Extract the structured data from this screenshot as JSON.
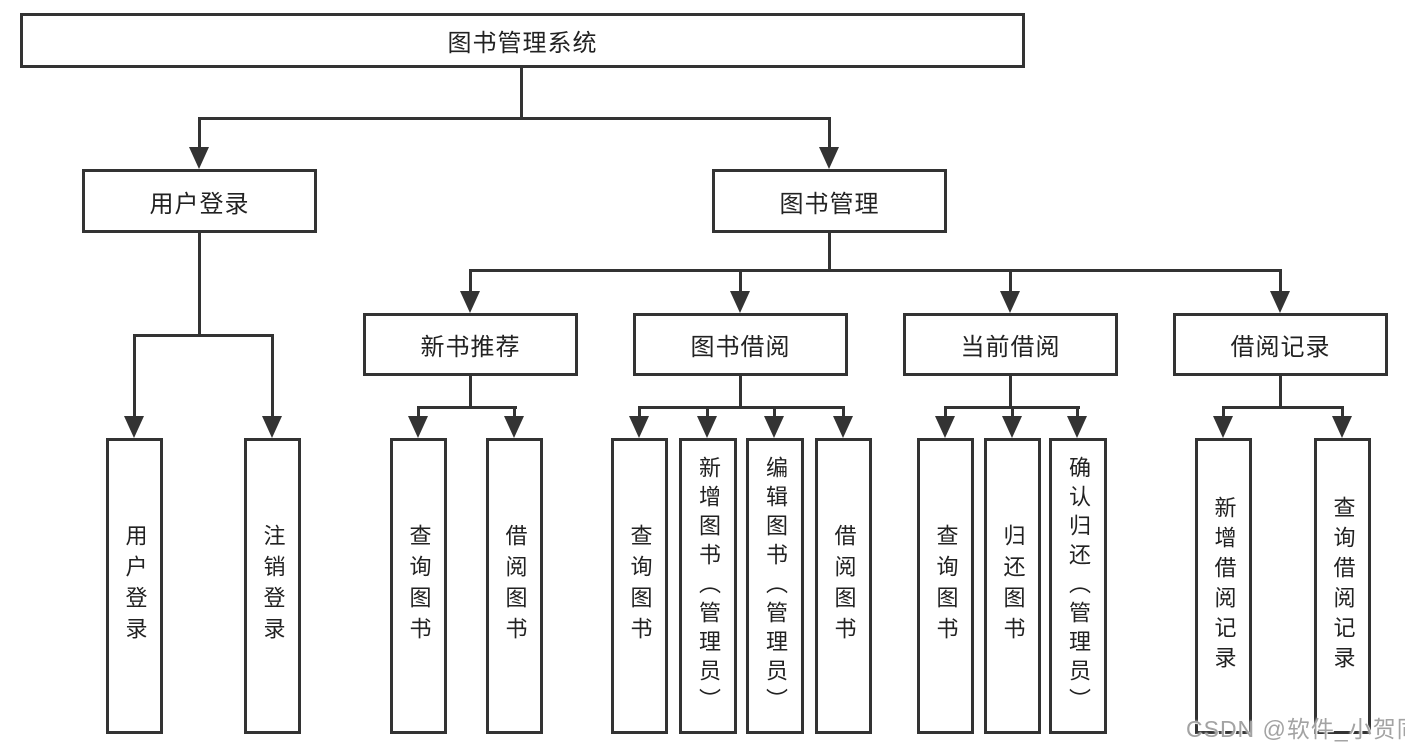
{
  "diagram": {
    "type": "hierarchy-tree",
    "root": {
      "label": "图书管理系统"
    },
    "level2": [
      {
        "id": "user-login",
        "label": "用户登录",
        "parent": "图书管理系统"
      },
      {
        "id": "book-management",
        "label": "图书管理",
        "parent": "图书管理系统"
      }
    ],
    "level3": [
      {
        "id": "new-book-recommend",
        "label": "新书推荐",
        "parent": "图书管理"
      },
      {
        "id": "book-borrow",
        "label": "图书借阅",
        "parent": "图书管理"
      },
      {
        "id": "current-borrow",
        "label": "当前借阅",
        "parent": "图书管理"
      },
      {
        "id": "borrow-records",
        "label": "借阅记录",
        "parent": "图书管理"
      }
    ],
    "leaves": [
      {
        "id": "leaf-user-login",
        "label": "用户登录",
        "parent": "用户登录"
      },
      {
        "id": "leaf-logout",
        "label": "注销登录",
        "parent": "用户登录"
      },
      {
        "id": "leaf-query-books-recommend",
        "label": "查询图书",
        "parent": "新书推荐"
      },
      {
        "id": "leaf-borrow-books-recommend",
        "label": "借阅图书",
        "parent": "新书推荐"
      },
      {
        "id": "leaf-query-books-borrow",
        "label": "查询图书",
        "parent": "图书借阅"
      },
      {
        "id": "leaf-add-books-admin",
        "label": "新增图书（管理员）",
        "parent": "图书借阅"
      },
      {
        "id": "leaf-edit-books-admin",
        "label": "编辑图书（管理员）",
        "parent": "图书借阅"
      },
      {
        "id": "leaf-borrow-books",
        "label": "借阅图书",
        "parent": "图书借阅"
      },
      {
        "id": "leaf-query-books-current",
        "label": "查询图书",
        "parent": "当前借阅"
      },
      {
        "id": "leaf-return-books",
        "label": "归还图书",
        "parent": "当前借阅"
      },
      {
        "id": "leaf-confirm-return-admin",
        "label": "确认归还（管理员）",
        "parent": "当前借阅"
      },
      {
        "id": "leaf-add-borrow-record",
        "label": "新增借阅记录",
        "parent": "借阅记录"
      },
      {
        "id": "leaf-query-borrow-record",
        "label": "查询借阅记录",
        "parent": "借阅记录"
      }
    ]
  },
  "watermark": {
    "text": "CSDN @软件_小贺同学"
  },
  "colors": {
    "line": "#333333",
    "box_border": "#333333",
    "box_fill": "#ffffff",
    "text": "#222222",
    "background": "#ffffff",
    "watermark": "#a3a3a3"
  }
}
